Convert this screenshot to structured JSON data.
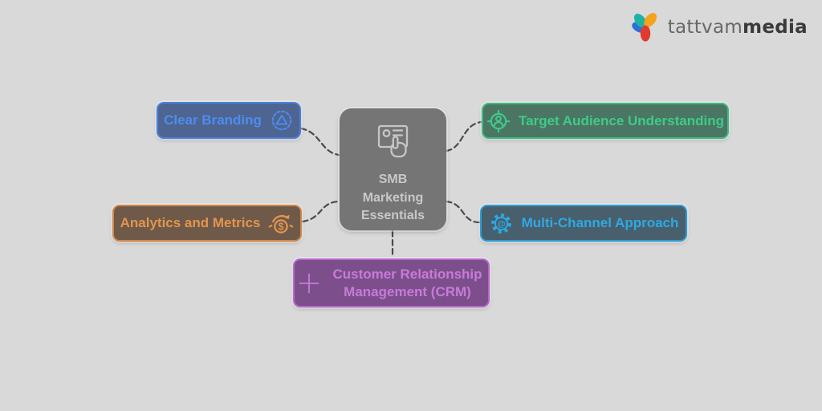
{
  "canvas": {
    "background": "#d9d9d9",
    "connector_color": "#4b4b4b"
  },
  "logo": {
    "text_light": "tattvam",
    "text_bold": "media",
    "icon": "trefoil-logo-icon",
    "petal_colors": {
      "teal": "#1db3a4",
      "blue": "#2f6fd6",
      "orange": "#f6a21c",
      "red": "#e03a31"
    }
  },
  "central_node": {
    "lines": [
      "SMB",
      "Marketing",
      "Essentials"
    ],
    "fill": "#757575",
    "text_color": "#c8c8c8",
    "icon": "idcard-hand-icon"
  },
  "branch_nodes": [
    {
      "label": "Clear Branding",
      "fill": "#4d6590",
      "accent": "#4e8cf0",
      "icon": "brand-stamp-icon",
      "position": "top-left",
      "icon_side": "right"
    },
    {
      "label": "Target Audience Understanding",
      "fill": "#4b7663",
      "accent": "#3ecb8a",
      "icon": "audience-target-icon",
      "position": "top-right",
      "icon_side": "left"
    },
    {
      "label": "Analytics and Metrics",
      "fill": "#6f5a49",
      "accent": "#e2954f",
      "icon": "money-cycle-icon",
      "position": "middle-left",
      "icon_side": "right"
    },
    {
      "label": "Multi-Channel Approach",
      "fill": "#485f6d",
      "accent": "#2fa9e2",
      "icon": "gear-at-icon",
      "position": "middle-right",
      "icon_side": "left"
    },
    {
      "label": "Customer Relationship Management (CRM)",
      "fill": "#7c4f8c",
      "accent": "#c77bd7",
      "icon": "plus-icon",
      "position": "bottom-center",
      "icon_side": "left"
    }
  ]
}
